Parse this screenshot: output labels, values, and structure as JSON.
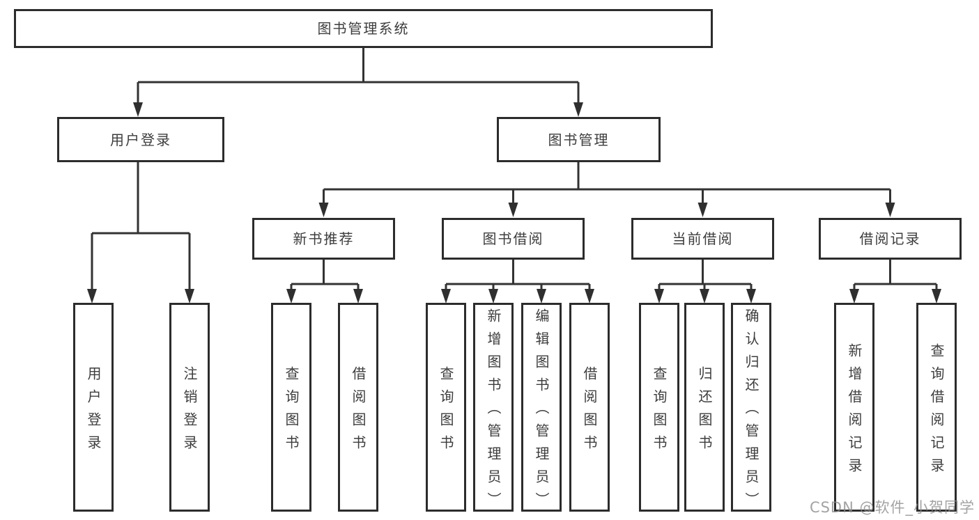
{
  "tree": {
    "root": "图书管理系统",
    "branches": [
      {
        "label": "用户登录",
        "leaves": [
          "用户登录",
          "注销登录"
        ]
      },
      {
        "label": "图书管理",
        "children": [
          {
            "label": "新书推荐",
            "leaves": [
              "查询图书",
              "借阅图书"
            ]
          },
          {
            "label": "图书借阅",
            "leaves": [
              "查询图书",
              "新增图书（管理员）",
              "编辑图书（管理员）",
              "借阅图书"
            ]
          },
          {
            "label": "当前借阅",
            "leaves": [
              "查询图书",
              "归还图书",
              "确认归还（管理员）"
            ]
          },
          {
            "label": "借阅记录",
            "leaves": [
              "新增借阅记录",
              "查询借阅记录"
            ]
          }
        ]
      }
    ]
  },
  "watermark": {
    "text": "CSDN @软件_小贺同学"
  },
  "colors": {
    "line": "#333333",
    "arrow": "#2f2f2f",
    "border": "#2c2c2c",
    "text": "#3d3d3d",
    "background": "#ffffff",
    "watermark": "#8c8c8c"
  }
}
